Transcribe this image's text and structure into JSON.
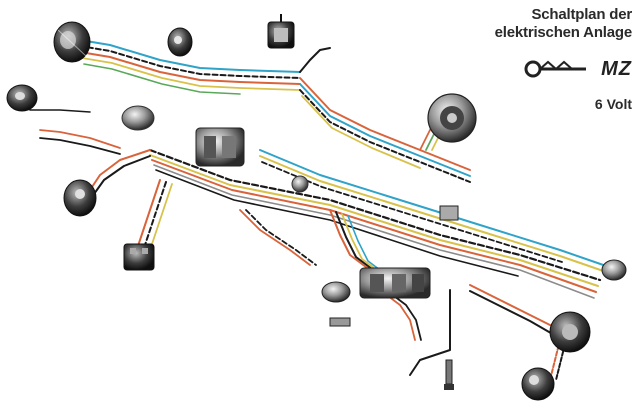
{
  "title": {
    "line1": "Schaltplan der",
    "line2": "elektrischen Anlage"
  },
  "brand": "MZ",
  "voltage": "6 Volt",
  "colors": {
    "black": "#1a1a1a",
    "red": "#d9643c",
    "blue": "#2fa3c8",
    "yellow": "#d8c24a",
    "green": "#5aa85a",
    "grey": "#8c8c8c"
  },
  "components": [
    "headlamp-icon",
    "speedometer-icon",
    "horn-icon",
    "ignition-switch-icon",
    "generator-icon",
    "battery-icon",
    "regulator-icon",
    "ignition-coil-icon",
    "spark-plug-icon",
    "tail-lamp-icon",
    "turn-signal-icon",
    "brake-switch-icon"
  ]
}
